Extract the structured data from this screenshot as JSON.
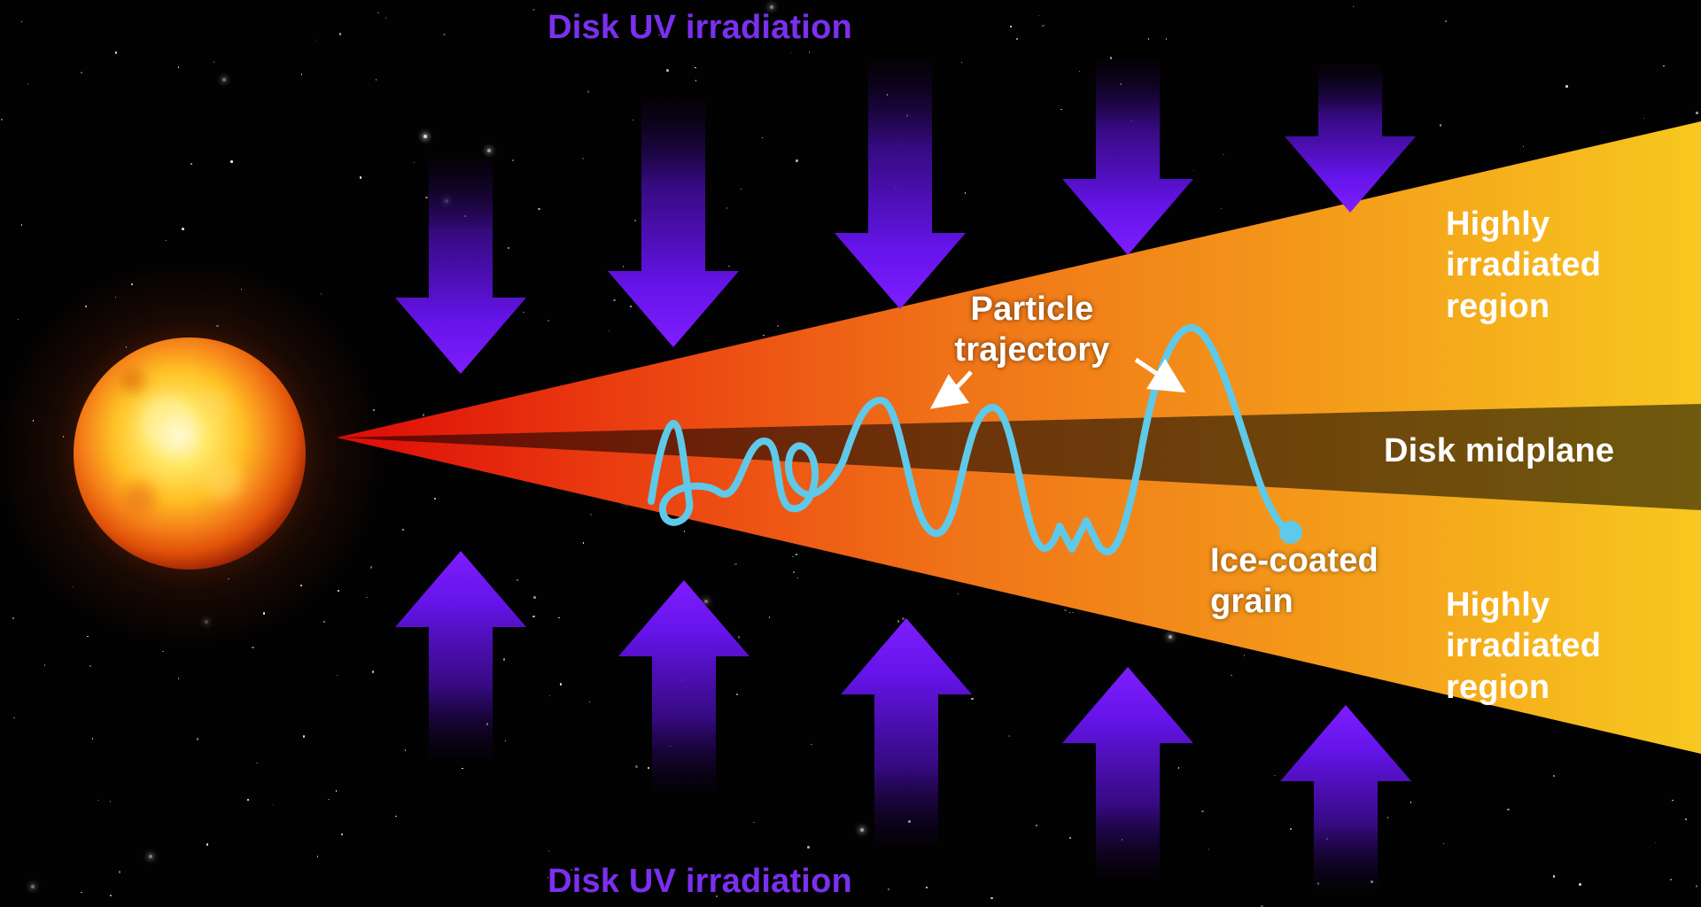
{
  "diagram": {
    "labels": {
      "uv_top": "Disk UV irradiation",
      "uv_bottom": "Disk UV irradiation",
      "highly_irradiated_top": "Highly irradiated region",
      "highly_irradiated_bottom": "Highly irradiated region",
      "disk_midplane": "Disk midplane",
      "particle_trajectory": "Particle trajectory",
      "ice_coated_grain": "Ice-coated grain"
    },
    "colors": {
      "background": "#020202",
      "uv_label_purple": "#7b2ff0",
      "arrow_bright_violet": "#7f1dff",
      "arrow_dark_tail": "#150233",
      "disk_inner_red": "#dd0a08",
      "disk_mid_orange": "#f07318",
      "disk_outer_gold": "#f7c81f",
      "midplane_band": "rgba(0,0,0,0.55)",
      "trajectory_cyan": "#5fc9e9",
      "label_white": "#ffffff",
      "star_white": "#ffffff",
      "sun_core": "#fffde8"
    }
  }
}
